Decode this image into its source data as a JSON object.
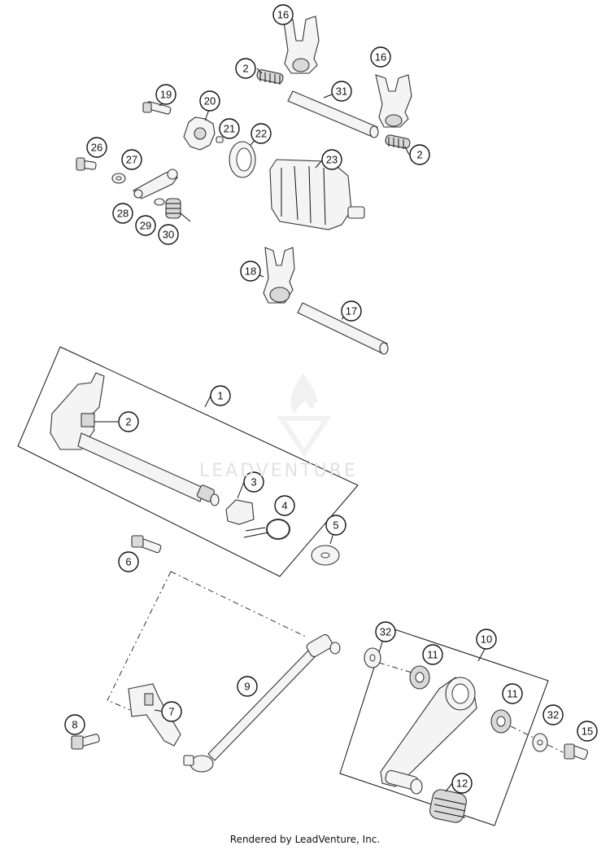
{
  "footer": {
    "text": "Rendered by LeadVenture, Inc."
  },
  "watermark": {
    "text": "LEADVENTURE"
  },
  "callouts": [
    {
      "label": "16"
    },
    {
      "label": "2"
    },
    {
      "label": "31"
    },
    {
      "label": "16"
    },
    {
      "label": "19"
    },
    {
      "label": "20"
    },
    {
      "label": "21"
    },
    {
      "label": "22"
    },
    {
      "label": "2"
    },
    {
      "label": "26"
    },
    {
      "label": "27"
    },
    {
      "label": "23"
    },
    {
      "label": "28"
    },
    {
      "label": "29"
    },
    {
      "label": "30"
    },
    {
      "label": "18"
    },
    {
      "label": "17"
    },
    {
      "label": "1"
    },
    {
      "label": "2"
    },
    {
      "label": "3"
    },
    {
      "label": "4"
    },
    {
      "label": "5"
    },
    {
      "label": "6"
    },
    {
      "label": "32"
    },
    {
      "label": "10"
    },
    {
      "label": "11"
    },
    {
      "label": "9"
    },
    {
      "label": "11"
    },
    {
      "label": "7"
    },
    {
      "label": "32"
    },
    {
      "label": "8"
    },
    {
      "label": "15"
    },
    {
      "label": "12"
    }
  ]
}
